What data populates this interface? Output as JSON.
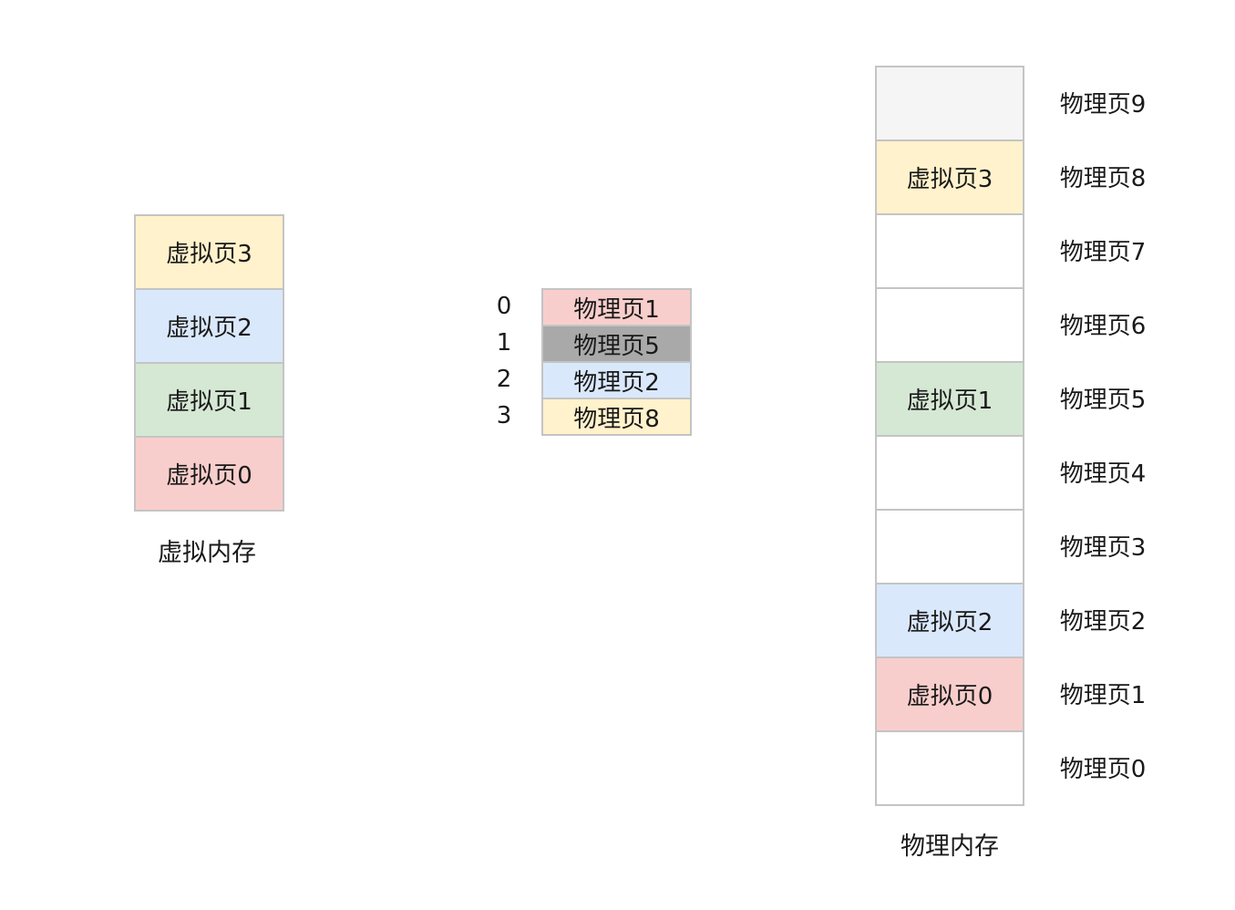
{
  "virtual_memory": {
    "caption": "虚拟内存",
    "pages": [
      {
        "label": "虚拟页3",
        "color": "#fff2cc"
      },
      {
        "label": "虚拟页2",
        "color": "#dae8fc"
      },
      {
        "label": "虚拟页1",
        "color": "#d5e8d4"
      },
      {
        "label": "虚拟页0",
        "color": "#f8cecc"
      }
    ]
  },
  "page_table": {
    "indices": [
      "0",
      "1",
      "2",
      "3"
    ],
    "entries": [
      {
        "label": "物理页1",
        "color": "#f8cecc"
      },
      {
        "label": "物理页5",
        "color": "#a9a9a9"
      },
      {
        "label": "物理页2",
        "color": "#dae8fc"
      },
      {
        "label": "物理页8",
        "color": "#fff2cc"
      }
    ]
  },
  "physical_memory": {
    "caption": "物理内存",
    "frames": [
      {
        "name": "物理页9",
        "content": "",
        "color": "#f5f5f5"
      },
      {
        "name": "物理页8",
        "content": "虚拟页3",
        "color": "#fff2cc"
      },
      {
        "name": "物理页7",
        "content": "",
        "color": "#ffffff"
      },
      {
        "name": "物理页6",
        "content": "",
        "color": "#ffffff"
      },
      {
        "name": "物理页5",
        "content": "虚拟页1",
        "color": "#d5e8d4"
      },
      {
        "name": "物理页4",
        "content": "",
        "color": "#ffffff"
      },
      {
        "name": "物理页3",
        "content": "",
        "color": "#ffffff"
      },
      {
        "name": "物理页2",
        "content": "虚拟页2",
        "color": "#dae8fc"
      },
      {
        "name": "物理页1",
        "content": "虚拟页0",
        "color": "#f8cecc"
      },
      {
        "name": "物理页0",
        "content": "",
        "color": "#ffffff"
      }
    ]
  }
}
